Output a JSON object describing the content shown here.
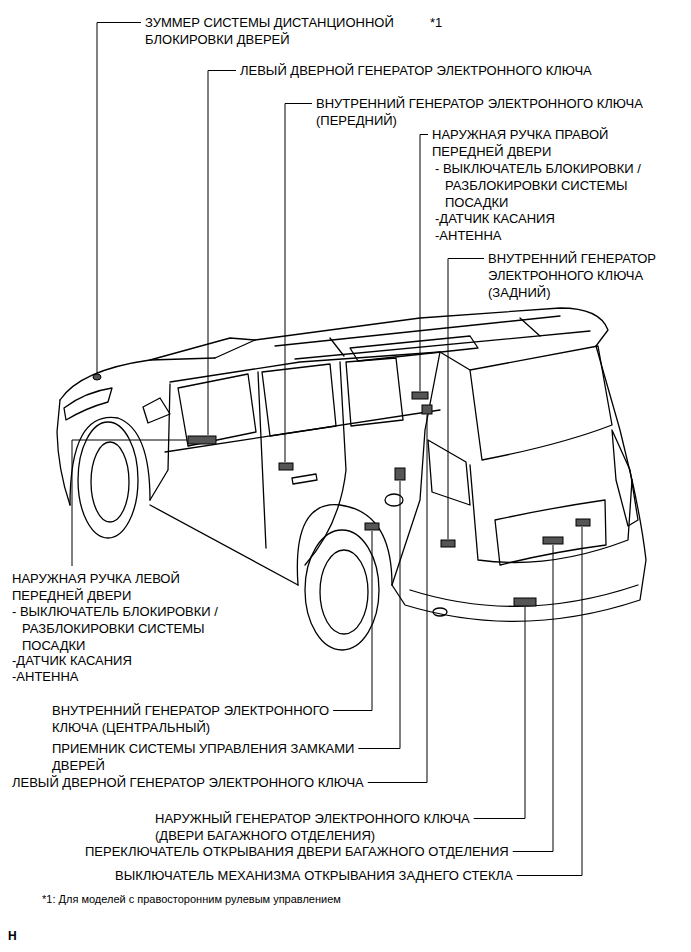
{
  "diagram": {
    "labels": [
      "ЗУММЕР СИСТЕМЫ ДИСТАНЦИОННОЙ БЛОКИРОВКИ ДВЕРЕЙ",
      "*1",
      "ЛЕВЫЙ ДВЕРНОЙ ГЕНЕРАТОР ЭЛЕКТРОННОГО КЛЮЧА",
      "ВНУТРЕННИЙ ГЕНЕРАТОР ЭЛЕКТРОННОГО КЛЮЧА (ПЕРЕДНИЙ)",
      "НАРУЖНАЯ РУЧКА ПРАВОЙ ПЕРЕДНЕЙ ДВЕРИ",
      "- ВЫКЛЮЧАТЕЛЬ БЛОКИРОВКИ / РАЗБЛОКИРОВКИ СИСТЕМЫ ПОСАДКИ",
      "-ДАТЧИК КАСАНИЯ",
      "-АНТЕННА",
      "ВНУТРЕННИЙ ГЕНЕРАТОР ЭЛЕКТРОННОГО КЛЮЧА (ЗАДНИЙ)",
      "НАРУЖНАЯ РУЧКА ЛЕВОЙ ПЕРЕДНЕЙ ДВЕРИ",
      "- ВЫКЛЮЧАТЕЛЬ БЛОКИРОВКИ / РАЗБЛОКИРОВКИ СИСТЕМЫ ПОСАДКИ",
      "-ДАТЧИК КАСАНИЯ",
      "-АНТЕННА",
      "ВНУТРЕННИЙ ГЕНЕРАТОР ЭЛЕКТРОННОГО КЛЮЧА (ЦЕНТРАЛЬНЫЙ)",
      "ПРИЕМНИК СИСТЕМЫ УПРАВЛЕНИЯ ЗАМКАМИ ДВЕРЕЙ",
      "ЛЕВЫЙ ДВЕРНОЙ ГЕНЕРАТОР ЭЛЕКТРОННОГО КЛЮЧА",
      "НАРУЖНЫЙ ГЕНЕРАТОР ЭЛЕКТРОННОГО КЛЮЧА (ДВЕРИ БАГАЖНОГО ОТДЕЛЕНИЯ)",
      "ПЕРЕКЛЮЧАТЕЛЬ ОТКРЫВАНИЯ ДВЕРИ БАГАЖНОГО ОТДЕЛЕНИЯ",
      "ВЫКЛЮЧАТЕЛЬ МЕХАНИЗМА ОТКРЫВАНИЯ ЗАДНЕГО СТЕКЛА",
      "*1: Для моделей с правосторонним рулевым управлением",
      "H"
    ]
  }
}
